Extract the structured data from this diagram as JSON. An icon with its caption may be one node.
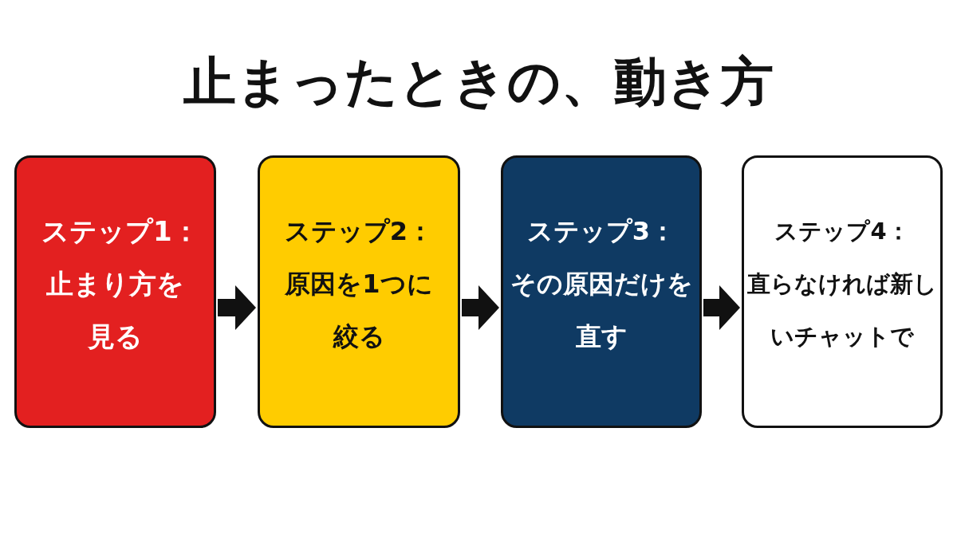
{
  "diagram": {
    "title": "止まったときの、動き方",
    "nodes": [
      {
        "text": [
          "ステップ1：",
          "止まり方を見る"
        ]
      },
      {
        "text": [
          "ステップ2：",
          "原因を1つに絞る"
        ]
      },
      {
        "text": [
          "ステップ3：",
          "その原因だけを直す"
        ]
      },
      {
        "text": [
          "ステップ4：",
          "直らなければ新しいチャットで"
        ]
      }
    ],
    "edges": [
      {
        "from": 0,
        "to": 1,
        "arrow": "to"
      },
      {
        "from": 1,
        "to": 2,
        "arrow": "to"
      },
      {
        "from": 2,
        "to": 3,
        "arrow": "to"
      }
    ]
  }
}
